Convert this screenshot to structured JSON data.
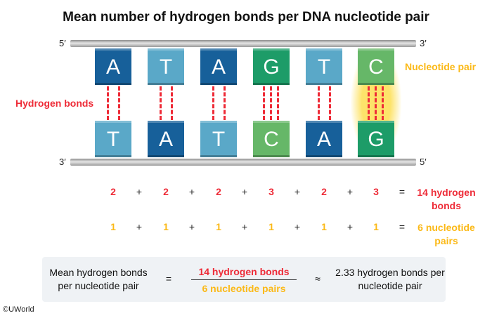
{
  "title": "Mean number of hydrogen bonds per DNA nucleotide pair",
  "strand_ends": {
    "top_left": "5′",
    "top_right": "3′",
    "bottom_left": "3′",
    "bottom_right": "5′"
  },
  "labels": {
    "hydrogen_bonds": "Hydrogen bonds",
    "nucleotide_pair": "Nucleotide pair"
  },
  "colors": {
    "A": "#17609a",
    "T": "#5aa8c8",
    "G": "#1d9c68",
    "C": "#66b768",
    "red": "#ee2b37",
    "yellow": "#fbb917"
  },
  "top_strand": [
    "A",
    "T",
    "A",
    "G",
    "T",
    "C"
  ],
  "bottom_strand": [
    "T",
    "A",
    "T",
    "C",
    "A",
    "G"
  ],
  "bonds": [
    "2",
    "2",
    "2",
    "3",
    "2",
    "3"
  ],
  "pairs": [
    "1",
    "1",
    "1",
    "1",
    "1",
    "1"
  ],
  "operators": {
    "plus": "+",
    "equals": "=",
    "approx": "≈"
  },
  "bond_total": "14 hydrogen bonds",
  "pair_total": "6 nucleotide pairs",
  "equation": {
    "lhs": "Mean hydrogen bonds per nucleotide pair",
    "numerator": "14 hydrogen bonds",
    "denominator": "6 nucleotide pairs",
    "result": "2.33 hydrogen bonds per nucleotide pair"
  },
  "copyright": "©UWorld"
}
